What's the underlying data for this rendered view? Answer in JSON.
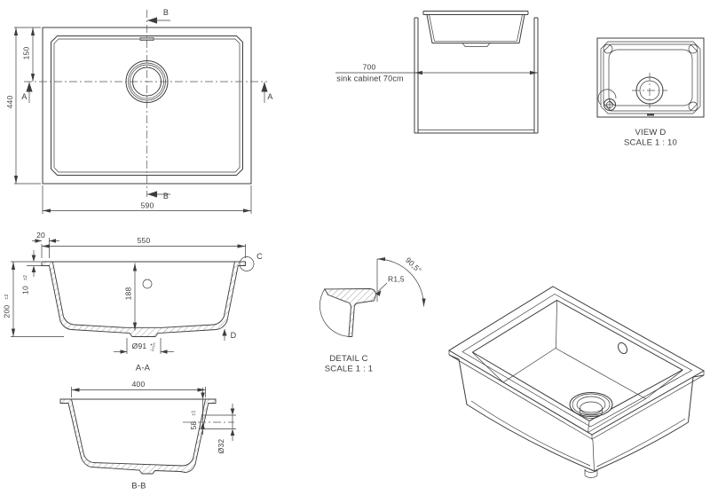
{
  "colors": {
    "background": "#ffffff",
    "line": "#3d3d3d",
    "text": "#3a3a3a"
  },
  "top_view": {
    "dim_length": "590",
    "dim_width": "440",
    "dim_drain_from_edge": "150",
    "section_b": "B",
    "section_a": "A"
  },
  "cabinet_view": {
    "dim_cabinet": "700",
    "cabinet_label": "sink cabinet 70cm"
  },
  "view_d": {
    "title": "VIEW D",
    "scale": "SCALE 1 : 10"
  },
  "section_aa": {
    "caption": "A-A",
    "dim_bowl_width": "550",
    "dim_flange_lip": "20",
    "dim_bowl_depth": "188",
    "dim_overall_height": "200",
    "tol_overall_height": "±2",
    "dim_lip_height": "10",
    "tol_lip_height": "±2",
    "dim_drain_recess": "Ø91",
    "tol_drain_plus": "+2",
    "tol_drain_minus": "-2",
    "detail_label": "C",
    "view_label": "D"
  },
  "detail_c": {
    "caption": "DETAIL C",
    "scale": "SCALE 1 : 1",
    "fillet_radius": "R1,5",
    "draft_angle": "90,5°"
  },
  "section_bb": {
    "caption": "B-B",
    "dim_bowl_width": "400",
    "dim_overflow_from_top": "58",
    "tol_overflow": "±1",
    "dim_overflow_dia": "Ø32"
  }
}
